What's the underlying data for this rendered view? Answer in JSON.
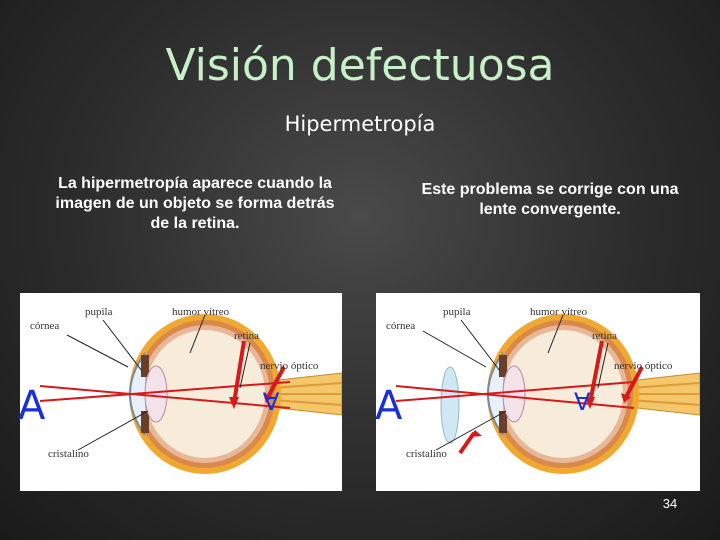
{
  "slide": {
    "title": "Visión defectuosa",
    "subtitle": "Hipermetropía",
    "left_text": "La hipermetropía aparece cuando la imagen de un objeto se forma detrás de la retina.",
    "right_text": "Este problema se corrige con una lente convergente.",
    "page_number": "34"
  },
  "diagram_left": {
    "labels": {
      "pupila": "pupila",
      "humor": "humor vítreo",
      "cornea": "córnea",
      "retina": "retina",
      "nervio": "nervio óptico",
      "cristalino": "cristalino"
    },
    "object_letter": "A",
    "image_letter": "∀"
  },
  "diagram_right": {
    "labels": {
      "pupila": "pupila",
      "humor": "humor vítreo",
      "cornea": "córnea",
      "retina": "retina",
      "nervio": "nervio óptico",
      "cristalino": "cristalino"
    },
    "object_letter": "A",
    "image_letter": "∀"
  },
  "colors": {
    "title": "#c8f0c8",
    "ray": "#d41a1a",
    "letter": "#1a2fd8",
    "sclera": "#f0a830",
    "lens": "#cfe8f4"
  }
}
